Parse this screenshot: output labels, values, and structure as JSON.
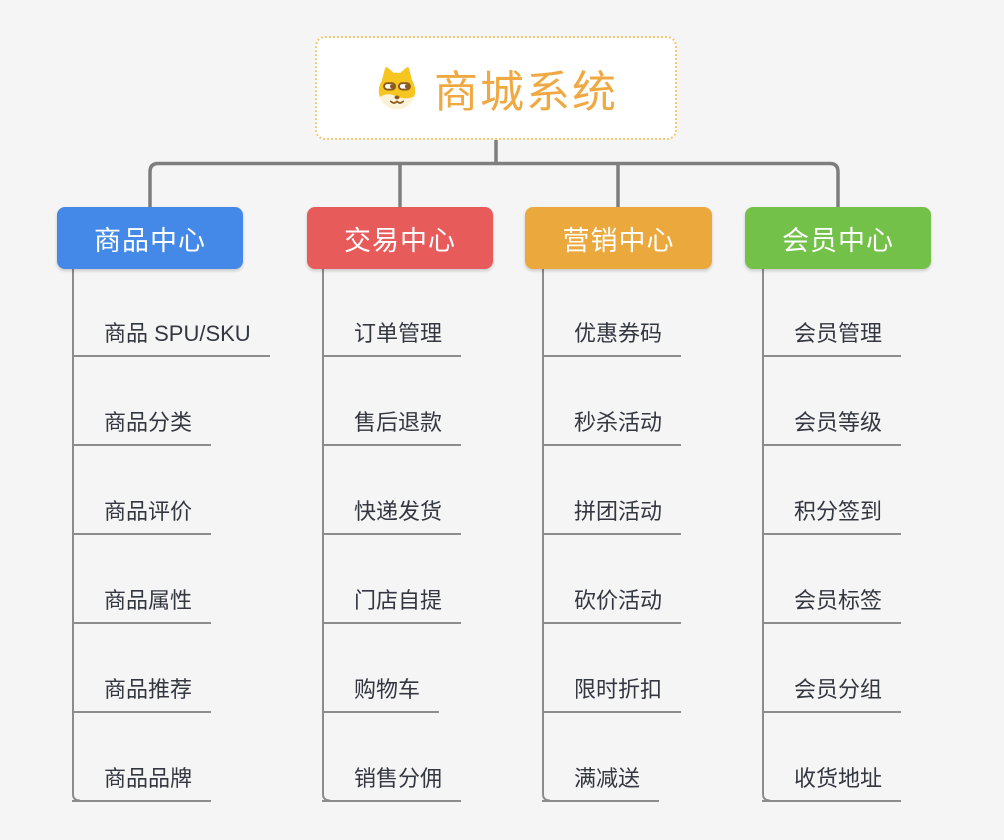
{
  "root": {
    "label": "商城系统",
    "icon": "shiba-dog-icon"
  },
  "branches": [
    {
      "label": "商品中心",
      "color": "#4489E8",
      "children": [
        "商品 SPU/SKU",
        "商品分类",
        "商品评价",
        "商品属性",
        "商品推荐",
        "商品品牌"
      ]
    },
    {
      "label": "交易中心",
      "color": "#E85B5B",
      "children": [
        "订单管理",
        "售后退款",
        "快递发货",
        "门店自提",
        "购物车",
        "销售分佣"
      ]
    },
    {
      "label": "营销中心",
      "color": "#EBA93D",
      "children": [
        "优惠券码",
        "秒杀活动",
        "拼团活动",
        "砍价活动",
        "限时折扣",
        "满减送"
      ]
    },
    {
      "label": "会员中心",
      "color": "#73C149",
      "children": [
        "会员管理",
        "会员等级",
        "积分签到",
        "会员标签",
        "会员分组",
        "收货地址"
      ]
    }
  ],
  "colors": {
    "background": "#F5F5F6",
    "connector": "#7E7E7E",
    "leaf-line": "#8C8C8C",
    "leaf-text": "#333740",
    "root-text": "#F0A942",
    "root-border": "#F2C879",
    "node-text": "#FFFFFF"
  }
}
